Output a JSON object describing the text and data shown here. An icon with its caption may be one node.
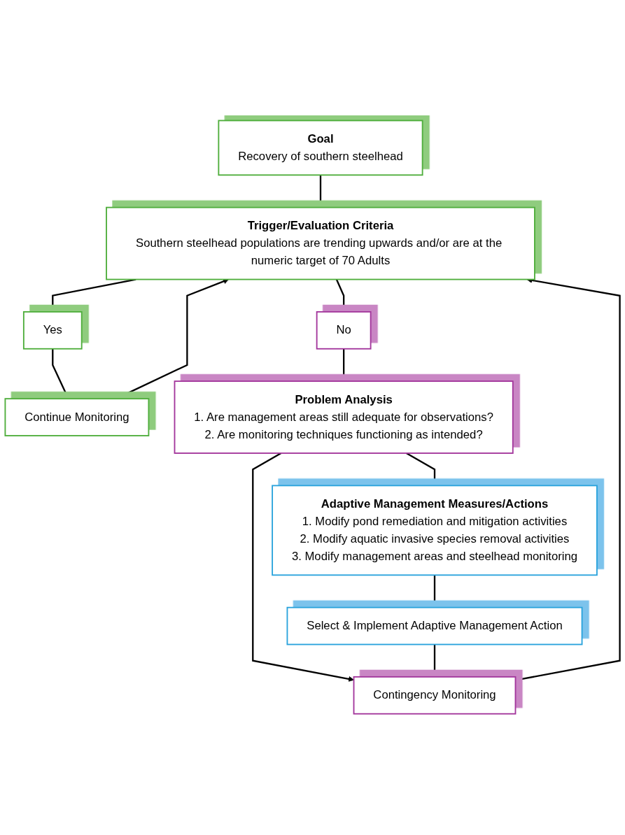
{
  "diagram": {
    "nodes": [
      {
        "text": [
          "Goal",
          "Recovery of southern steelhead"
        ]
      },
      {
        "text": [
          "Trigger/Evaluation Criteria",
          "Southern steelhead populations are trending upwards and/or are at the numeric target of 70 Adults"
        ]
      },
      {
        "text": [
          "Continue Monitoring"
        ]
      },
      {
        "text": [
          "Yes"
        ]
      },
      {
        "text": [
          "No"
        ]
      },
      {
        "text": [
          "Problem Analysis",
          "1. Are management areas still adequate for observations?",
          "2. Are monitoring techniques functioning as intended?"
        ]
      },
      {
        "text": [
          "Contingency Monitoring"
        ]
      },
      {
        "text": [
          "Adaptive Management Measures/Actions",
          "1. Modify pond remediation and mitigation activities",
          "2. Modify aquatic invasive species removal activities",
          "3. Modify management areas and steelhead monitoring"
        ]
      },
      {
        "text": [
          "Select & Implement Adaptive Management Action"
        ]
      }
    ],
    "edges": [
      {
        "from": 0,
        "to": 1,
        "arrow": "to"
      },
      {
        "from": 1,
        "to": 3,
        "arrow": "to"
      },
      {
        "from": 1,
        "to": 4,
        "arrow": "to"
      },
      {
        "from": 3,
        "to": 2,
        "arrow": "to"
      },
      {
        "from": 2,
        "to": 1,
        "arrow": "to"
      },
      {
        "from": 4,
        "to": 5,
        "arrow": "to"
      },
      {
        "from": 5,
        "to": 7,
        "arrow": "to"
      },
      {
        "from": 5,
        "to": 6,
        "arrow": "to"
      },
      {
        "from": 7,
        "to": 8,
        "arrow": "to"
      },
      {
        "from": 8,
        "to": 6,
        "arrow": "to"
      },
      {
        "from": 6,
        "to": 1,
        "arrow": "to"
      }
    ]
  }
}
